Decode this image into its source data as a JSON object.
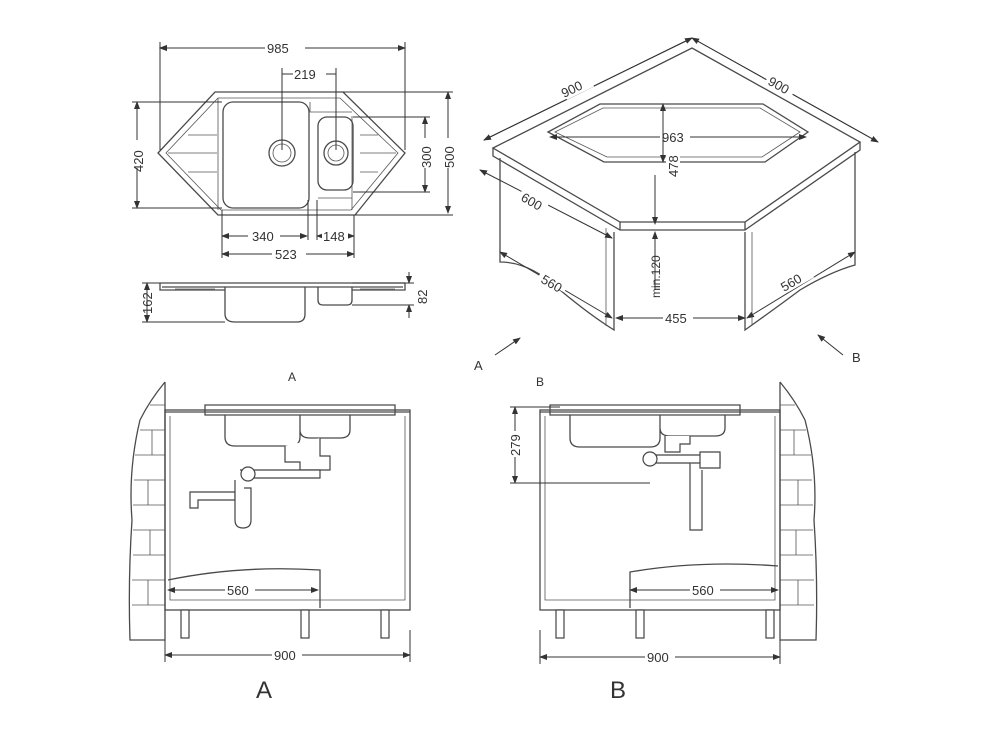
{
  "plan_view": {
    "width_total": "985",
    "drain_spacing": "219",
    "depth_bowl": "420",
    "depth_small": "300",
    "depth_total": "500",
    "bowl_large": "340",
    "bowl_small": "148",
    "bowls_total": "523"
  },
  "side_view": {
    "height_large": "162",
    "height_small": "82"
  },
  "iso_view": {
    "side_left": "900",
    "side_right": "900",
    "opening_width": "963",
    "opening_depth": "478",
    "depth_left": "600",
    "cabinet_left": "560",
    "cabinet_right": "560",
    "min_gap": "min.120",
    "front_gap": "455",
    "arrow_a": "A",
    "arrow_b": "B"
  },
  "view_a": {
    "title": "A",
    "dim_560": "560",
    "dim_900": "900",
    "caption": "A"
  },
  "view_b": {
    "title": "B",
    "dim_279": "279",
    "dim_560": "560",
    "dim_900": "900",
    "caption": "B"
  }
}
